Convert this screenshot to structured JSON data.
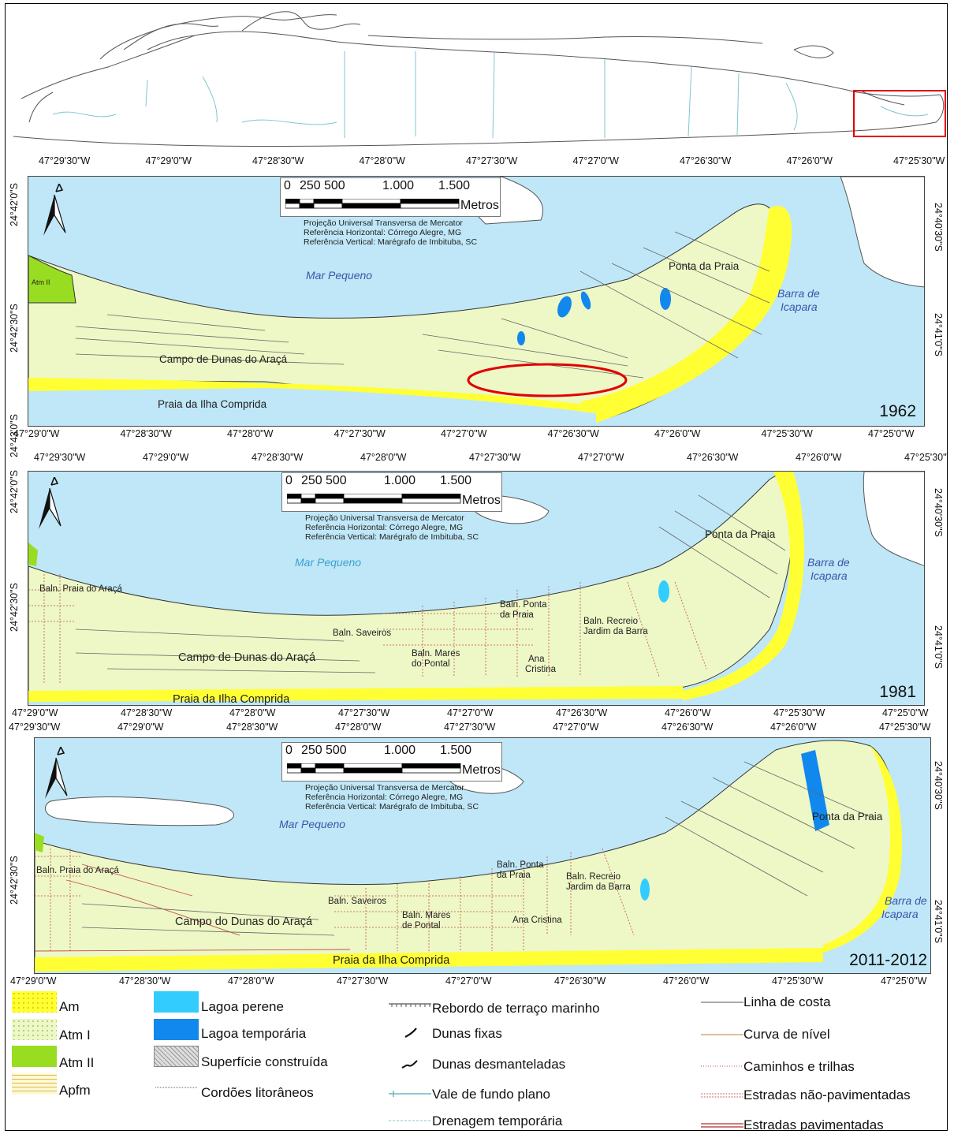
{
  "colors": {
    "water": "#bfe7f7",
    "am": "#ffff33",
    "atm1": "#eef7c6",
    "atm2": "#99dd22",
    "apfm": "#fff8d4",
    "lagoa_perene": "#33ccff",
    "lagoa_temporaria": "#1188ee",
    "road": "#c0504d",
    "highlight": "#e00000"
  },
  "panels": [
    {
      "year": "1962",
      "top_ticks": [
        "47°29'30\"W",
        "47°29'0\"W",
        "47°28'30\"W",
        "47°28'0\"W",
        "47°27'30\"W",
        "47°27'0\"W",
        "47°26'30\"W",
        "47°26'0\"W",
        "47°25'30\"W"
      ],
      "bottom_ticks": [
        "47°29'0\"W",
        "47°28'30\"W",
        "47°28'0\"W",
        "47°27'30\"W",
        "47°27'0\"W",
        "47°26'30\"W",
        "47°26'0\"W",
        "47°25'30\"W",
        "47°25'0\"W"
      ],
      "left_ticks": [
        "24°42'0\"S",
        "24°42'30\"S",
        "24°43'0\"S"
      ],
      "right_ticks": [
        "24°40'30\"S",
        "24°41'0\"S"
      ],
      "labels": {
        "mar": "Mar Pequeno",
        "barra": [
          "Barra de",
          "Icapara"
        ],
        "ponta": "Ponta da Praia",
        "campo": "Campo de Dunas do Araçá",
        "praia": "Praia da Ilha Comprida",
        "atm2": "Atm II"
      }
    },
    {
      "year": "1981",
      "top_ticks": [
        "47°29'30\"W",
        "47°29'0\"W",
        "47°28'30\"W",
        "47°28'0\"W",
        "47°27'30\"W",
        "47°27'0\"W",
        "47°26'30\"W",
        "47°26'0\"W",
        "47°25'30\"W"
      ],
      "bottom_ticks": [
        "47°29'0\"W",
        "47°28'30\"W",
        "47°28'0\"W",
        "47°27'30\"W",
        "47°27'0\"W",
        "47°26'30\"W",
        "47°26'0\"W",
        "47°25'30\"W",
        "47°25'0\"W"
      ],
      "left_ticks": [
        "24°42'0\"S",
        "24°42'30\"S"
      ],
      "right_ticks": [
        "24°40'30\"S",
        "24°41'0\"S"
      ],
      "labels": {
        "mar": "Mar Pequeno",
        "barra": [
          "Barra de",
          "Icapara"
        ],
        "ponta": "Ponta da Praia",
        "campo": "Campo de Dunas do Araçá",
        "praia": "Praia da Ilha Comprida",
        "baln_araca": "Baln. Praia do Araçá",
        "baln_saveiros": "Baln. Saveiros",
        "baln_mares": [
          "Baln. Mares",
          "do Pontal"
        ],
        "baln_ponta": [
          "Baln. Ponta",
          "da Praia"
        ],
        "baln_recreio": [
          "Baln. Recreio",
          "Jardim da Barra"
        ],
        "ana": [
          "Ana",
          "Cristina"
        ]
      }
    },
    {
      "year": "2011-2012",
      "top_ticks": [
        "47°29'30\"W",
        "47°29'0\"W",
        "47°28'30\"W",
        "47°28'0\"W",
        "47°27'30\"W",
        "47°27'0\"W",
        "47°26'30\"W",
        "47°26'0\"W",
        "47°25'30\"W"
      ],
      "bottom_ticks": [
        "47°29'0\"W",
        "47°28'30\"W",
        "47°28'0\"W",
        "47°27'30\"W",
        "47°27'0\"W",
        "47°26'30\"W",
        "47°26'0\"W",
        "47°25'30\"W",
        "47°25'0\"W"
      ],
      "left_ticks": [
        "24°42'30\"S"
      ],
      "right_ticks": [
        "24°40'30\"S",
        "24°41'0\"S"
      ],
      "labels": {
        "mar": "Mar Pequeno",
        "barra": [
          "Barra de",
          "Icapara"
        ],
        "ponta": "Ponta da Praia",
        "campo": "Campo do Dunas do Araçá",
        "praia": "Praia da Ilha Comprida",
        "baln_araca": "Baln. Praia do Araçá",
        "baln_saveiros": "Baln. Saveiros",
        "baln_mares": [
          "Baln. Mares",
          "de Pontal"
        ],
        "baln_ponta": [
          "Baln. Ponta",
          "da Praia"
        ],
        "baln_recreio": [
          "Baln. Recreio",
          "Jardim da Barra"
        ],
        "ana": "Ana Cristina"
      }
    }
  ],
  "scalebar": {
    "ticks": [
      "0",
      "250",
      "500",
      "1.000",
      "1.500"
    ],
    "unit": "Metros",
    "projection": [
      "Projeção Universal Transversa de Mercator",
      "Referência Horizontal: Córrego Alegre, MG",
      "Referência Vertical: Marégrafo de Imbituba, SC"
    ]
  },
  "legend": {
    "am": "Am",
    "atm1": "Atm I",
    "atm2": "Atm II",
    "apfm": "Apfm",
    "lagoa_perene": "Lagoa perene",
    "lagoa_temporaria": "Lagoa temporária",
    "superficie": "Superfície construída",
    "cordoes": "Cordões litorâneos",
    "rebordo": "Rebordo de terraço marinho",
    "dunas_fixas": "Dunas fixas",
    "dunas_desm": "Dunas desmanteladas",
    "vale": "Vale de fundo plano",
    "drenagem": "Drenagem temporária",
    "linha": "Linha de costa",
    "curva": "Curva de nível",
    "caminhos": "Caminhos e trilhas",
    "estradas_np": "Estradas não-pavimentadas",
    "estradas_p": "Estradas pavimentadas"
  }
}
